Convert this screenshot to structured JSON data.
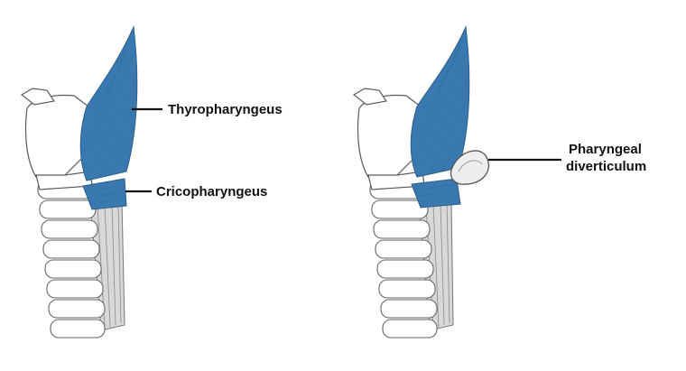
{
  "labels": {
    "thyropharyngeus": "Thyropharyngeus",
    "cricopharyngeus": "Cricopharyngeus",
    "diverticulum_line1": "Pharyngeal",
    "diverticulum_line2": "diverticulum"
  },
  "colors": {
    "muscle": "#3a78b0",
    "cartilage": "#ffffff",
    "outline": "#5a5a5a"
  }
}
